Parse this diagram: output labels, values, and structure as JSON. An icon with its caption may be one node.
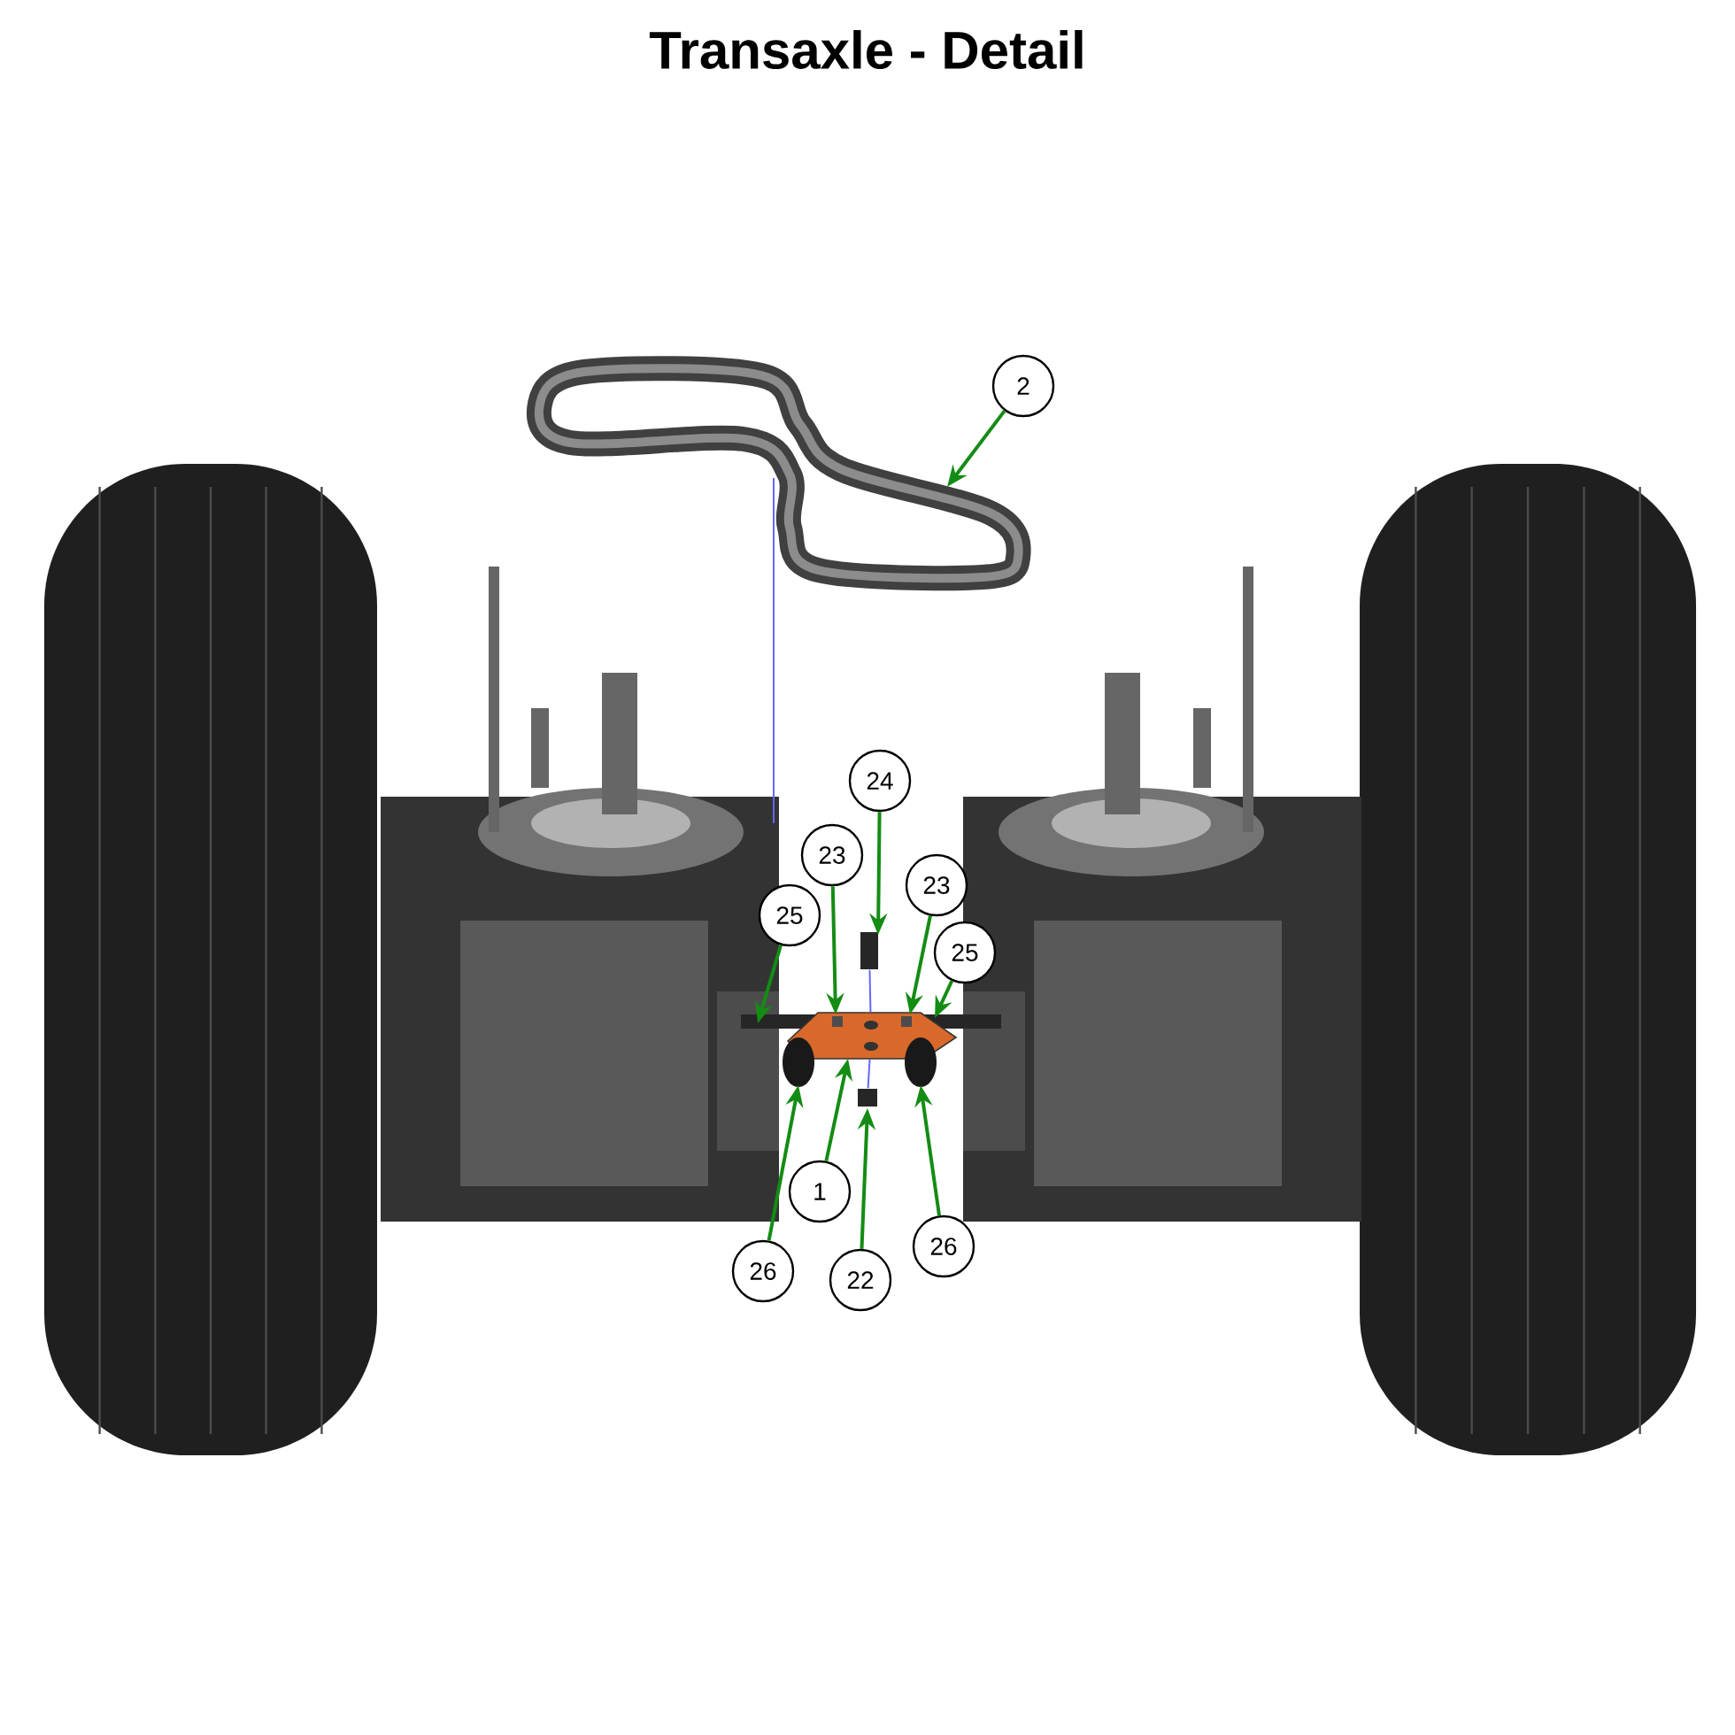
{
  "diagram": {
    "title": "Transaxle - Detail",
    "nodes": [
      {
        "text": [
          "2"
        ]
      },
      {
        "text": [
          "24"
        ]
      },
      {
        "text": [
          "23"
        ]
      },
      {
        "text": [
          "23"
        ]
      },
      {
        "text": [
          "25"
        ]
      },
      {
        "text": [
          "25"
        ]
      },
      {
        "text": [
          "1"
        ]
      },
      {
        "text": [
          "26"
        ]
      },
      {
        "text": [
          "26"
        ]
      },
      {
        "text": [
          "22"
        ]
      },
      {
        "text": [],
        "shape": "picture"
      },
      {
        "text": [],
        "shape": "box"
      },
      {
        "text": [],
        "shape": "bar"
      },
      {
        "text": [],
        "shape": "picture"
      },
      {
        "text": [],
        "shape": "circle"
      },
      {
        "text": [],
        "shape": "circle"
      },
      {
        "text": [],
        "shape": "box"
      }
    ],
    "edges": [
      {
        "from": 0,
        "to": 10,
        "arrow": "to"
      },
      {
        "from": 1,
        "to": 11,
        "arrow": "to"
      },
      {
        "from": 2,
        "to": 13,
        "arrow": "to"
      },
      {
        "from": 3,
        "to": 13,
        "arrow": "to"
      },
      {
        "from": 4,
        "to": 12,
        "arrow": "to"
      },
      {
        "from": 5,
        "to": 12,
        "arrow": "to"
      },
      {
        "from": 6,
        "to": 13,
        "arrow": "to"
      },
      {
        "from": 7,
        "to": 15,
        "arrow": "to"
      },
      {
        "from": 8,
        "to": 14,
        "arrow": "to"
      },
      {
        "from": 9,
        "to": 16,
        "arrow": "to"
      },
      {
        "from": 11,
        "to": 13,
        "arrow": "none",
        "color": "#6666ff"
      },
      {
        "from": 13,
        "to": 16,
        "arrow": "none",
        "color": "#6666ff"
      }
    ]
  }
}
